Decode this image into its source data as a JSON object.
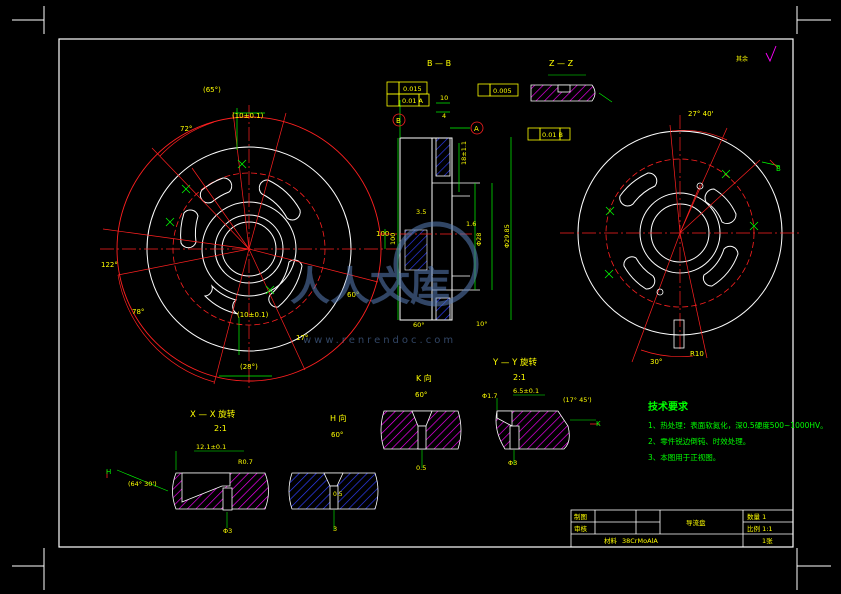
{
  "views": {
    "section_bb": "B — B",
    "section_zz": "Z — Z",
    "section_xx": "X — X  旋转",
    "section_yy": "Y — Y  旋转",
    "view_k": "K 向",
    "view_h": "H 向",
    "scale_2_1": "2:1"
  },
  "dimensions": {
    "left_top_arc": "(65°)",
    "left_radial": "(10±0.1)",
    "left_angle_72": "72°",
    "left_angle_122": "122°",
    "left_angle_78": "78°",
    "left_angle_60": "60°",
    "left_angle_17": "17°",
    "left_bottom_radial": "(10±0.1)",
    "left_bottom_arc": "(28°)",
    "left_diameter": "100",
    "center_width_10": "10",
    "center_width_4": "4",
    "center_height": "18±1.1",
    "center_35": "3.5",
    "center_16": "1.6",
    "center_dia_out": "100",
    "center_phi": "Φ29.85",
    "center_phi2": "Φ28",
    "center_bottom_60": "60°",
    "center_bottom_10": "10°",
    "right_angle_27": "27° 40'",
    "right_angle_30": "30°",
    "right_r": "R10",
    "xx_dim": "12.1±0.1",
    "xx_angle": "(64° 30')",
    "xx_r": "R0.7",
    "xx_bottom": "Φ3",
    "h_angle": "60°",
    "h_bottom": "3",
    "h_dim": "0.5",
    "k_angle": "60°",
    "k_dim": "0.5",
    "yy_top": "6.5±0.1",
    "yy_left": "Φ1.7",
    "yy_angle": "(17° 45')",
    "yy_bottom": "Φ3"
  },
  "tolerances": {
    "flatness_1": "0.015",
    "parallel": "0.01 A",
    "flatness_2": "0.005",
    "runout": "0.01 B",
    "datum_a": "A",
    "datum_b": "B"
  },
  "tech_req": {
    "title": "技术要求",
    "items": [
      "1、热处理：表面软氮化，深0.5硬度500~1000HV。",
      "2、零件锐边倒钝、时效处理。",
      "3、本图用于正视图。"
    ]
  },
  "title_block": {
    "drawn": "制图",
    "check": "审核",
    "part_name": "导流盘",
    "qty": "数量 1",
    "scale": "比例 1:1",
    "material_label": "材料",
    "material": "38CrMoAlA",
    "sheet": "1张"
  },
  "top_right_note": "其余",
  "watermark_text": "人人文库",
  "watermark_url": "www.renrendoc.com",
  "colors": {
    "white": "#ffffff",
    "red": "#ff2020",
    "green": "#00ff00",
    "yellow": "#ffff00",
    "cyan": "#00ffff",
    "magenta": "#ff00ff",
    "blue": "#3040ff"
  }
}
